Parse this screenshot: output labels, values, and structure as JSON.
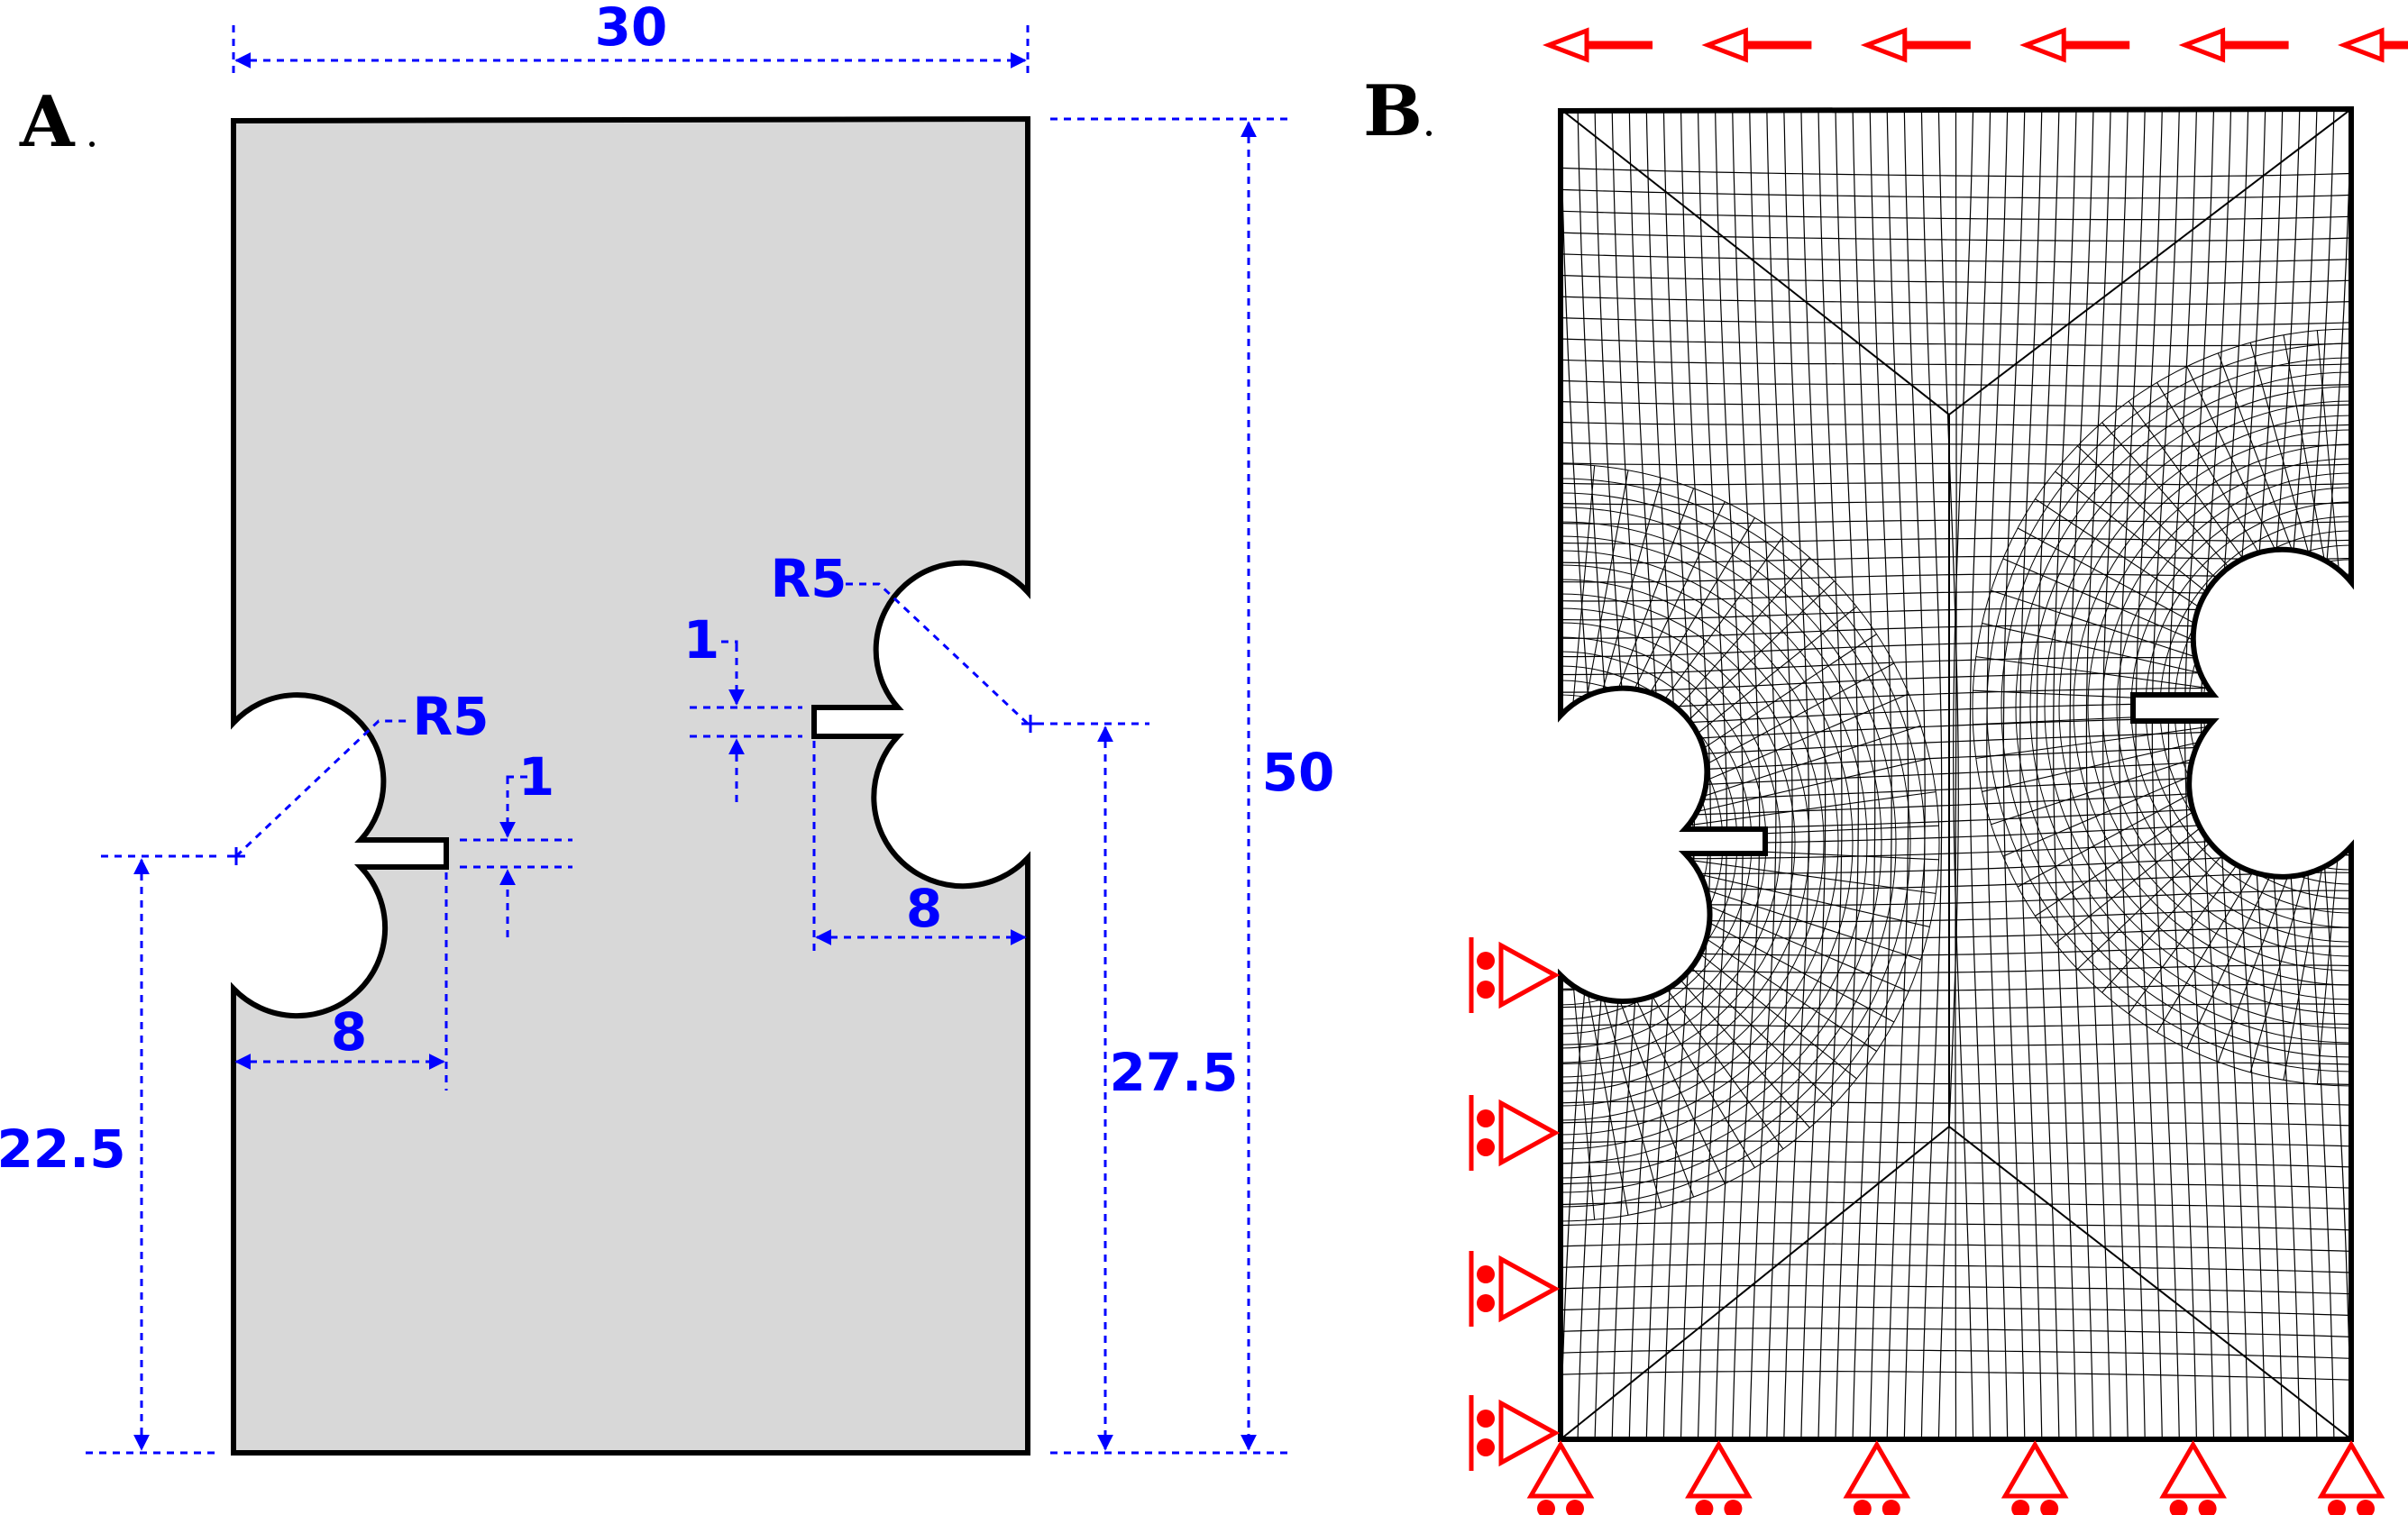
{
  "panels": {
    "a": {
      "label": "A",
      "dimensions": {
        "width": "30",
        "height": "50",
        "left_notch_height": "22.5",
        "right_notch_height": "27.5",
        "left_notch_depth": "8",
        "right_notch_depth": "8",
        "left_slit_width": "1",
        "right_slit_width": "1",
        "left_radius": "R5",
        "right_radius": "R5"
      }
    },
    "b": {
      "label": "B",
      "load_arrow_count": 6,
      "side_roller_count": 4,
      "bottom_roller_count": 6
    }
  },
  "colors": {
    "dimension": "#0000ff",
    "boundary_condition": "#ff0000",
    "specimen_fill": "#d8d8d8",
    "outline": "#000000",
    "mesh": "#000000"
  }
}
